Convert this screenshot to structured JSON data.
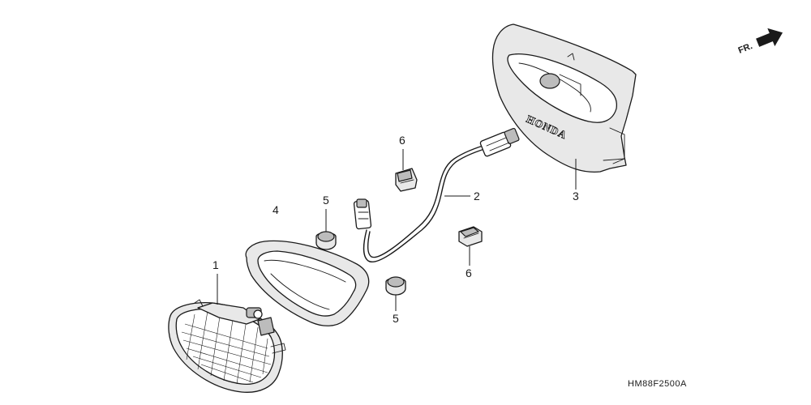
{
  "diagram": {
    "code": "HM88F2500A",
    "direction_label": "FR.",
    "brand_mark": "HONDA",
    "callouts": {
      "c1": "1",
      "c2": "2",
      "c3": "3",
      "c4": "4",
      "c5a": "5",
      "c5b": "5",
      "c6a": "6",
      "c6b": "6"
    }
  }
}
